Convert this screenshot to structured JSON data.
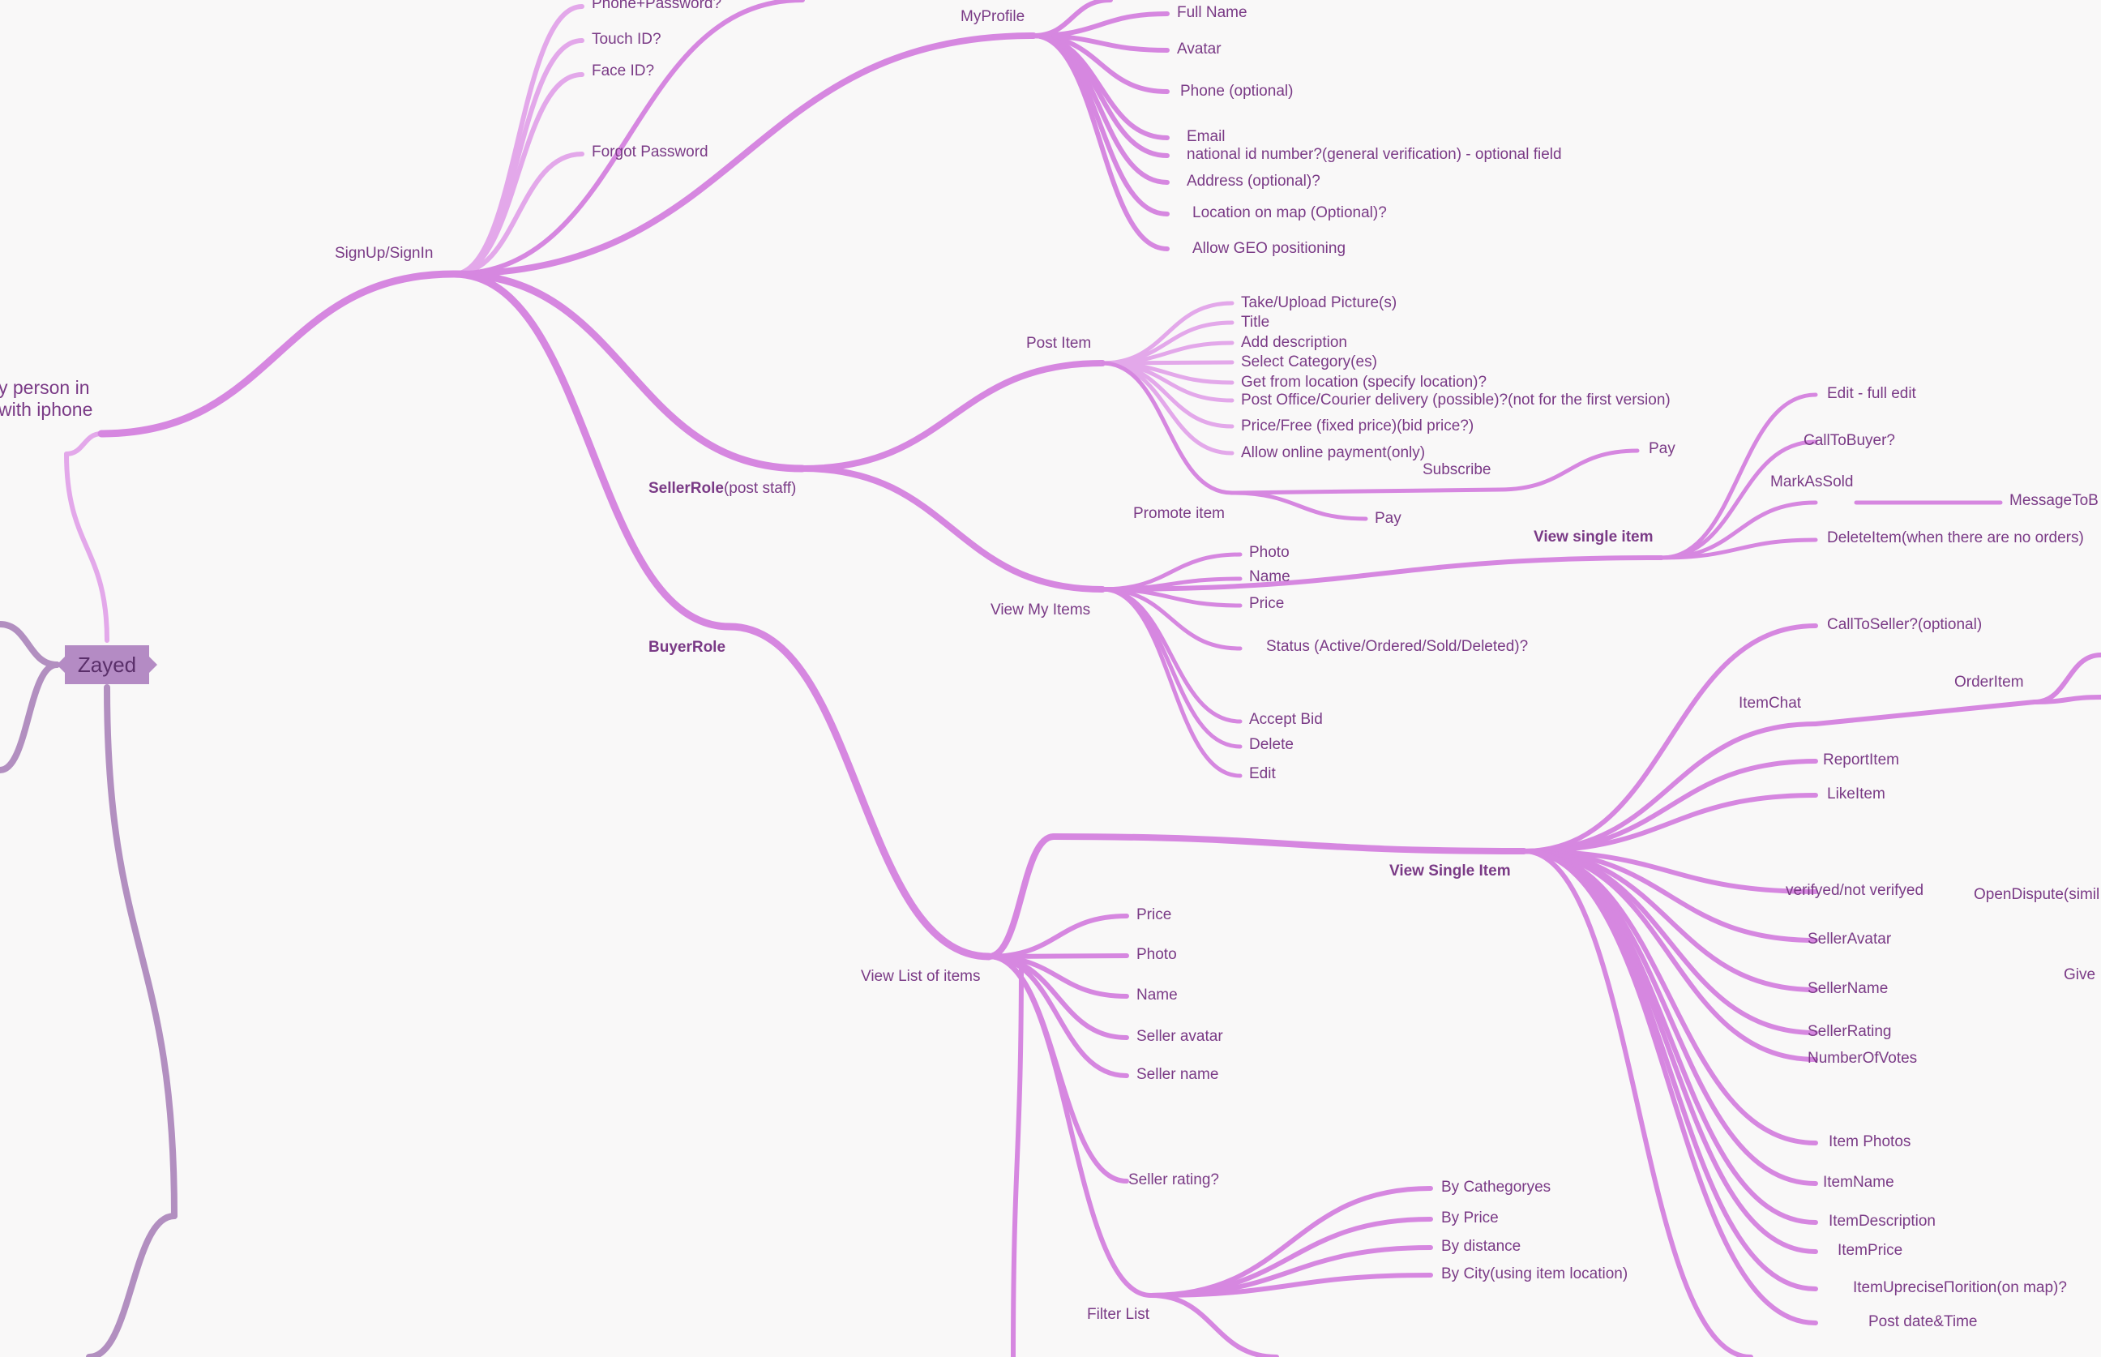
{
  "root": {
    "label": "Zayed"
  },
  "intro": {
    "line1": "y person in",
    "line2": "with iphone"
  },
  "signup": {
    "label": "SignUp/SignIn",
    "items": [
      "Phone+Password?",
      "Touch ID?",
      "Face ID?",
      "Forgot Password"
    ]
  },
  "profile": {
    "label": "MyProfile",
    "items": [
      "Full Name",
      "Avatar",
      "Phone (optional)",
      "Email",
      "national id number?(general verification) - optional field",
      "Address (optional)?",
      "Location on map (Optional)?",
      "Allow GEO positioning"
    ]
  },
  "seller": {
    "label": "SellerRole",
    "label_suffix": "(post staff)",
    "post_item": {
      "label": "Post Item",
      "items": [
        "Take/Upload Picture(s)",
        "Title",
        "Add description",
        "Select Category(es)",
        "Get from location (specify location)?",
        "Post Office/Courier delivery (possible)?(not for the first version)",
        "Price/Free (fixed price)(bid price?)",
        "Allow online payment(only)"
      ],
      "subscribe": "Subscribe",
      "pay": "Pay",
      "promote": "Promote item",
      "promote_pay": "Pay"
    },
    "view_my_items": {
      "label": "View My Items",
      "items": [
        "Photo",
        "Name",
        "Price",
        "Status (Active/Ordered/Sold/Deleted)?",
        "Accept Bid",
        "Delete",
        "Edit"
      ],
      "single": {
        "label": "View single item",
        "items": [
          "Edit - full edit",
          "CallToBuyer?",
          "MarkAsSold",
          "DeleteItem(when there are no orders)"
        ],
        "message": "MessageToB"
      }
    }
  },
  "buyer": {
    "label": "BuyerRole",
    "list": {
      "label": "View List of items",
      "items": [
        "Price",
        "Photo",
        "Name",
        "Seller avatar",
        "Seller name",
        "Seller rating?"
      ],
      "filter": {
        "label": "Filter List",
        "items": [
          "By Cathegoryes",
          "By Price",
          "By distance",
          "By City(using item location)"
        ]
      }
    },
    "single": {
      "label": "View Single Item",
      "items": [
        "CallToSeller?(optional)",
        "ItemChat",
        "ReportItem",
        "LikeItem",
        "verifyed/not verifyed",
        "SellerAvatar",
        "SellerName",
        "SellerRating",
        "NumberOfVotes",
        "Item Photos",
        "ItemName",
        "ItemDescription",
        "ItemPrice",
        "ItemUpreciseПorition(on map)?",
        "Post date&Time"
      ],
      "order_item": "OrderItem",
      "open_dispute": "OpenDispute(simil",
      "give": "Give"
    }
  },
  "colors": {
    "branch": "#d687e0",
    "branch_light": "#e3a8ea",
    "root_branch": "#b28fc0",
    "text": "#7a3a86",
    "root_fill": "#b48bc4",
    "background": "#f9f8f8"
  }
}
